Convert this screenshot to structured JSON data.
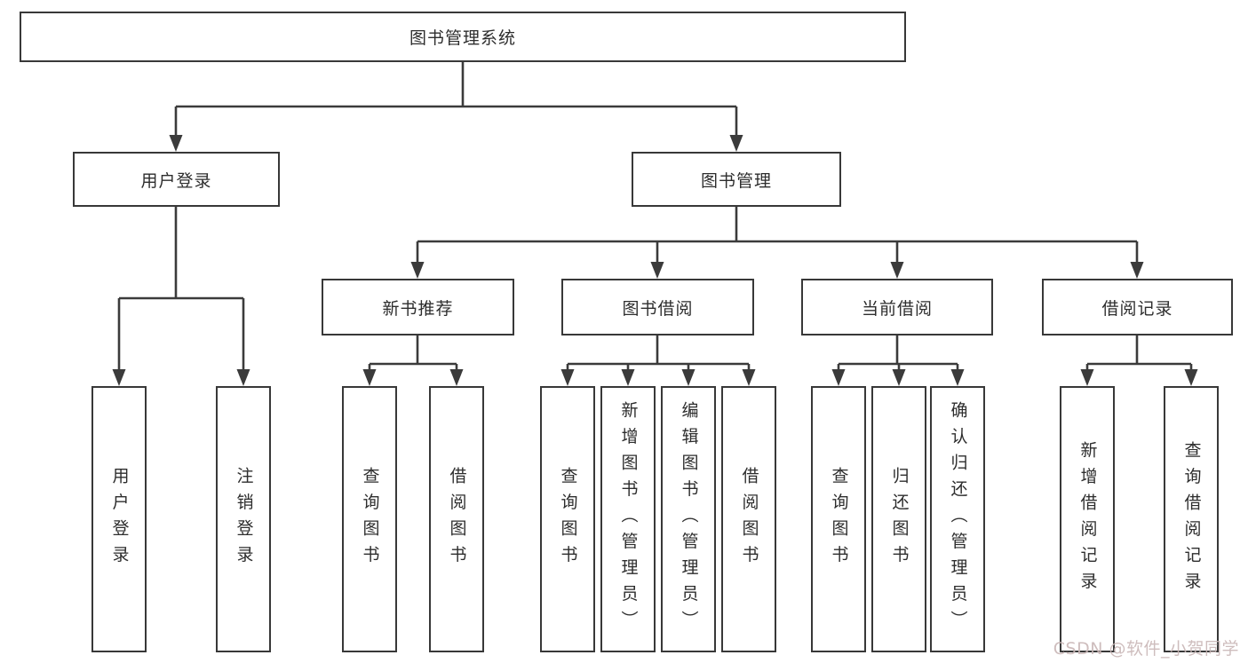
{
  "diagram": {
    "root": {
      "label": "图书管理系统"
    },
    "level2": [
      {
        "id": "user-login",
        "label": "用户登录"
      },
      {
        "id": "book-management",
        "label": "图书管理"
      }
    ],
    "level3": [
      {
        "id": "new-book-recommend",
        "label": "新书推荐"
      },
      {
        "id": "book-borrow",
        "label": "图书借阅"
      },
      {
        "id": "current-borrow",
        "label": "当前借阅"
      },
      {
        "id": "borrow-record",
        "label": "借阅记录"
      }
    ],
    "leaves": {
      "user_login": [
        "用户登录",
        "注销登录"
      ],
      "new_book": [
        "查询图书",
        "借阅图书"
      ],
      "book_borrow": [
        "查询图书",
        "新增图书（管理员）",
        "编辑图书（管理员）",
        "借阅图书"
      ],
      "current_borrow": [
        "查询图书",
        "归还图书",
        "确认归还（管理员）"
      ],
      "borrow_record": [
        "新增借阅记录",
        "查询借阅记录"
      ]
    },
    "watermark": "CSDN @软件_小贺同学",
    "colors": {
      "line": "#3b3b3b",
      "box_border": "#383838",
      "text": "#2d2d2d",
      "background": "#ffffff",
      "watermark": "#c9b6b6"
    }
  }
}
